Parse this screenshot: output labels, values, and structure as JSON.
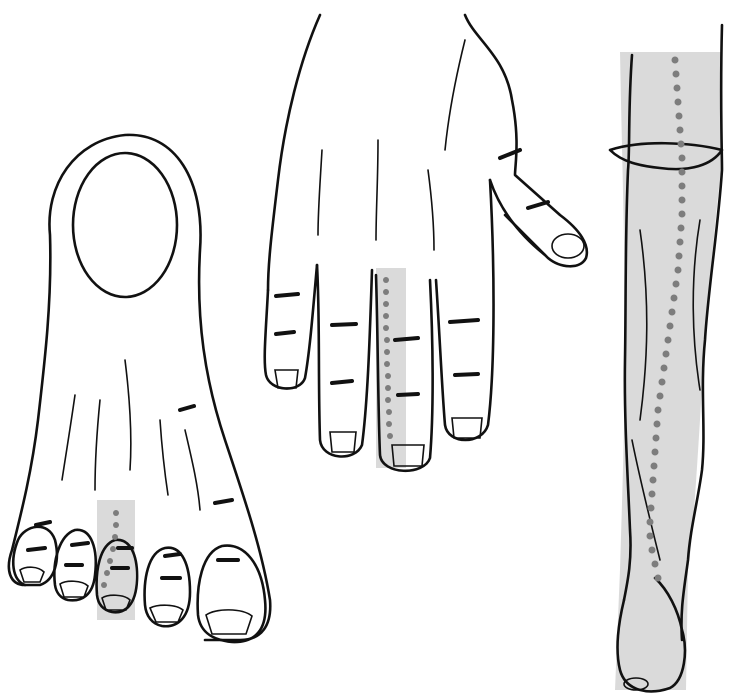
{
  "figure": {
    "panels": [
      {
        "id": "foot",
        "icon": "foot-sole-icon"
      },
      {
        "id": "hand",
        "icon": "hand-dorsum-icon"
      },
      {
        "id": "leg",
        "icon": "leg-lateral-icon"
      }
    ],
    "colors": {
      "ink": "#111111",
      "meridian_band": "#d6d6d6",
      "meridian_dots": "#7d7d7d",
      "background": "#ffffff"
    }
  }
}
